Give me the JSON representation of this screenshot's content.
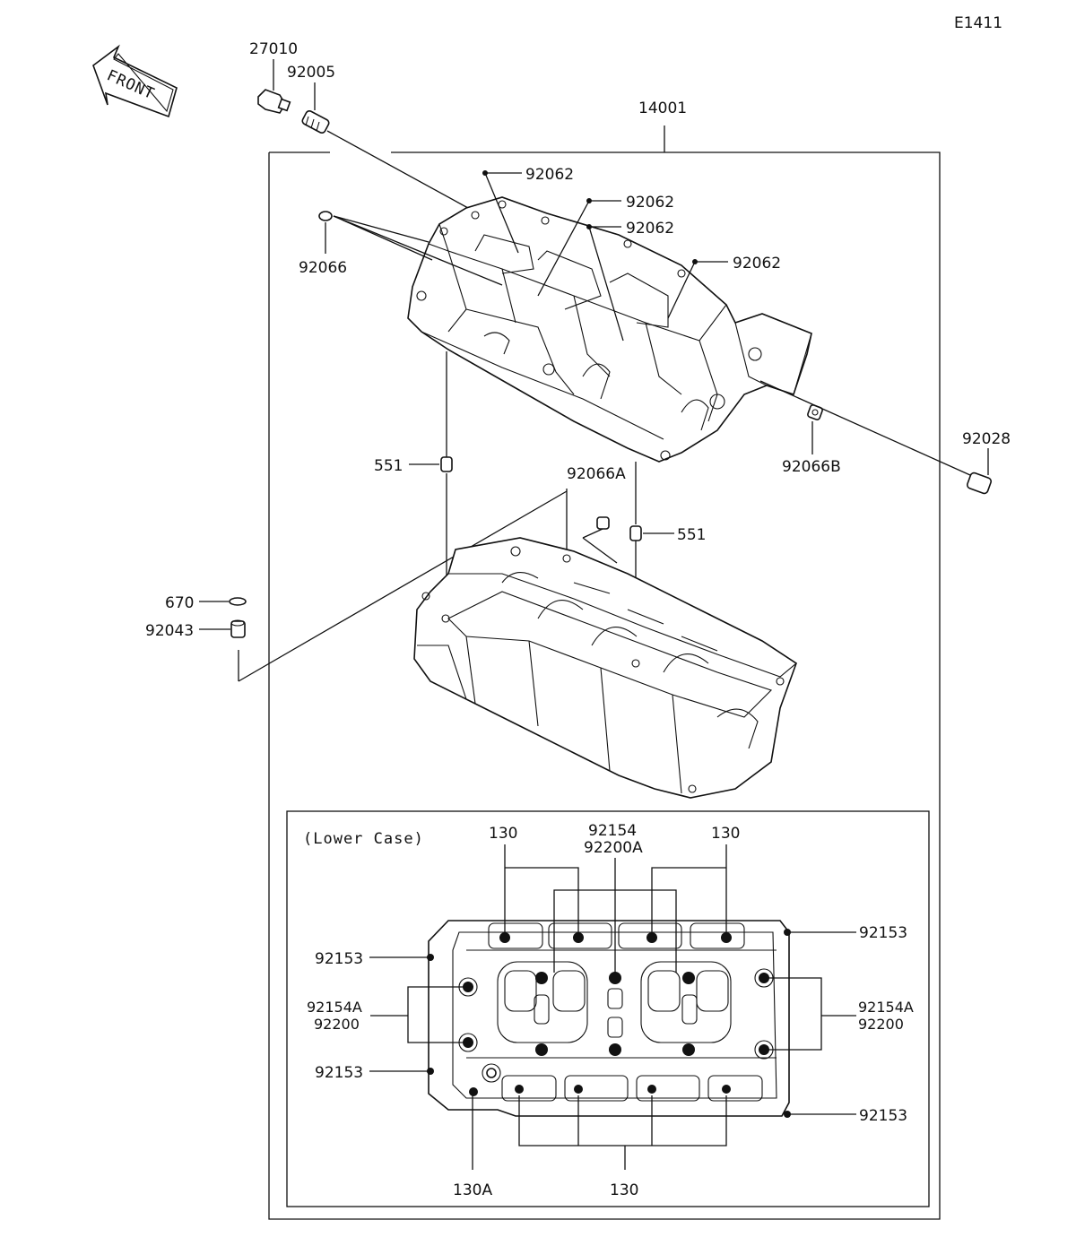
{
  "diagram": {
    "code": "E1411",
    "front_label": "FRONT",
    "lower_case_title": "(Lower Case)",
    "parts": {
      "p27010": "27010",
      "p92005": "92005",
      "p14001": "14001",
      "p92062_a": "92062",
      "p92062_b": "92062",
      "p92062_c": "92062",
      "p92062_d": "92062",
      "p92066": "92066",
      "p92028": "92028",
      "p92066B": "92066B",
      "p551_a": "551",
      "p551_b": "551",
      "p92066A": "92066A",
      "p670": "670",
      "p92043": "92043",
      "p130_tl": "130",
      "p130_tr": "130",
      "p130_bottom": "130",
      "p130A": "130A",
      "p92154_top": "92154",
      "p92200A_top": "92200A",
      "p92153_l1": "92153",
      "p92153_l2": "92153",
      "p92153_r1": "92153",
      "p92153_r2": "92153",
      "p92154A_l": "92154A",
      "p92200_l": "92200",
      "p92154A_r": "92154A",
      "p92200_r": "92200"
    }
  }
}
